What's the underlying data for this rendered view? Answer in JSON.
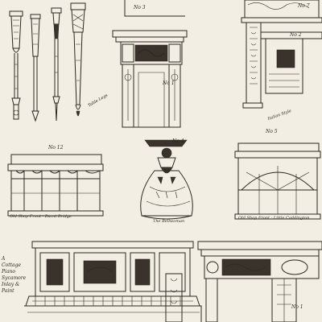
{
  "labels": {
    "no3": "No 3",
    "no1_top": "No 1",
    "no2": "No 2",
    "no7": "No 7",
    "no12": "No 12",
    "no4": "No 4",
    "no5": "No 5",
    "no1_bottom": "No 1",
    "legs_note": "Table Legs",
    "fireplace_note": "Italian Style",
    "shop_front_1": "Old Shop Front - Burnt Bridge",
    "shop_front_2": "Old Shop Front - Little Caddington",
    "bell_note": "The Bellwoman",
    "piano_note": "A Cottage Piano Sycamore Inlay & Paint"
  }
}
